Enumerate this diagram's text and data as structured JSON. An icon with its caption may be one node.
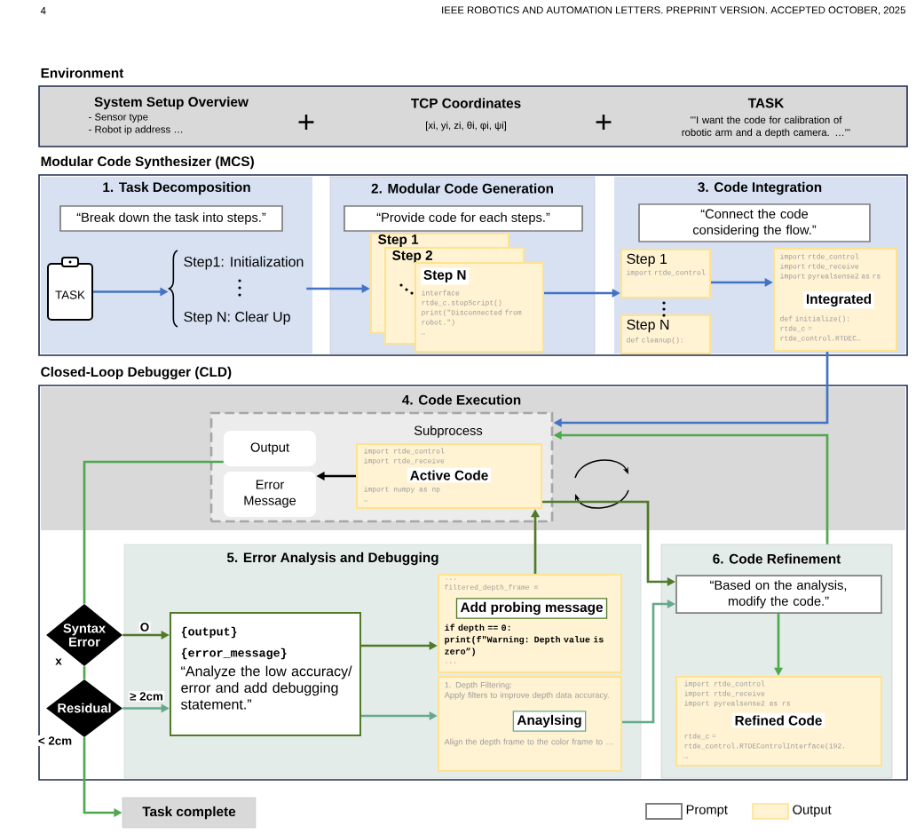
{
  "diagram": {
    "nodes": [
      {
        "text": [
          "Environment",
          "System Setup Overview",
          "- Sensor type",
          "- Robot ip address …",
          "TCP Coordinates",
          "[xi, yi, zi, θi, φi, ψi]",
          "TASK",
          "'''I want the code for calibration of robotic arm and a depth camera. …'''"
        ]
      },
      {
        "text": [
          "Modular Code Synthesizer (MCS)"
        ]
      },
      {
        "text": [
          "1. Task Decomposition"
        ],
        "in": 1
      },
      {
        "text": [
          "“Break down the task into steps.”"
        ],
        "in": 2
      },
      {
        "text": [
          "TASK"
        ],
        "in": 2
      },
      {
        "text": [
          "Step1: Initialization",
          "Step N: Clear Up"
        ],
        "in": 2
      },
      {
        "text": [
          "2. Modular Code Generation"
        ],
        "in": 1
      },
      {
        "text": [
          "“Provide code for each steps.”"
        ],
        "in": 6
      },
      {
        "text": [
          "Step 1"
        ],
        "in": 6
      },
      {
        "text": [
          "Step 2"
        ],
        "in": 6
      },
      {
        "text": [
          "Step N",
          "interface",
          "rtde_c.stopScript()",
          "print(\"Disconnected from robot.\")",
          "…"
        ],
        "in": 6
      },
      {
        "text": [
          "3. Code Integration"
        ],
        "in": 1
      },
      {
        "text": [
          "“Connect the code considering the flow.”"
        ],
        "in": 11
      },
      {
        "text": [
          "Step 1",
          "import rtde_control"
        ],
        "in": 11
      },
      {
        "text": [
          "Step N",
          "def cleanup():"
        ],
        "in": 11
      },
      {
        "text": [
          "import rtde_control",
          "import rtde_receive",
          "import pyrealsense2 as rs",
          "Integrated",
          "def initialize():",
          "rtde_c =",
          "rtde_control.RTDEC…"
        ],
        "in": 11
      },
      {
        "text": [
          "Closed-Loop Debugger (CLD)"
        ]
      },
      {
        "text": [
          "4. Code Execution"
        ],
        "in": 16
      },
      {
        "text": [
          "Subprocess"
        ],
        "in": 17
      },
      {
        "text": [
          "Output"
        ],
        "in": 18
      },
      {
        "text": [
          "Error Message"
        ],
        "in": 18
      },
      {
        "text": [
          "import rtde_control",
          "import rtde_receive",
          "Active Code",
          "import numpy as np",
          "…"
        ],
        "in": 18
      },
      {
        "text": [
          "5. Error Analysis and Debugging"
        ],
        "in": 16
      },
      {
        "text": [
          "Syntax Error"
        ],
        "in": 16
      },
      {
        "text": [
          "Residual"
        ],
        "in": 16
      },
      {
        "text": [
          "{output}",
          "{error_message}",
          "“Analyze the low accuracy/ error and add debugging statement.”"
        ],
        "in": 22
      },
      {
        "text": [
          "...",
          "filtered_depth_frame =",
          "Add probing message",
          "if depth == 0:",
          "print(f\"Warning: Depth value is zero”)",
          "..."
        ],
        "in": 22
      },
      {
        "text": [
          "1. Depth Filtering:",
          "Apply filters to improve depth data accuracy.",
          "Anaylsing",
          "Align the depth frame to the color frame to …"
        ],
        "in": 22
      },
      {
        "text": [
          "6. Code Refinement"
        ],
        "in": 16
      },
      {
        "text": [
          "“Based on the analysis, modify the code.”"
        ],
        "in": 28
      },
      {
        "text": [
          "import rtde_control",
          "import rtde_receive",
          "import pyrealsense2 as rs",
          "Refined Code",
          "rtde_c =",
          "rtde_control.RTDEControlInterface(192.",
          "…"
        ],
        "in": 28
      },
      {
        "text": [
          "Task complete"
        ]
      }
    ],
    "edges": [
      {
        "from": 4,
        "to": 5,
        "arrow": "to"
      },
      {
        "from": 5,
        "to": 8,
        "arrow": "to"
      },
      {
        "from": 10,
        "to": 13,
        "arrow": "to"
      },
      {
        "from": 13,
        "to": 15,
        "arrow": "to"
      },
      {
        "from": 15,
        "to": 18,
        "arrow": "to"
      },
      {
        "from": 21,
        "to": 20,
        "arrow": "to",
        "color": "#000000"
      },
      {
        "from": 21,
        "to": 29,
        "arrow": "to",
        "color": "#4f7a28"
      },
      {
        "from": 26,
        "to": 21,
        "arrow": "to",
        "color": "#4f7a28"
      },
      {
        "from": 27,
        "to": 29,
        "arrow": "to",
        "color": "#66a98a"
      },
      {
        "from": 28,
        "to": 18,
        "arrow": "to",
        "color": "#4ea84e"
      },
      {
        "from": 29,
        "to": 30,
        "arrow": "to",
        "color": "#4ea84e"
      },
      {
        "from": 23,
        "to": 25,
        "arrow": "to",
        "label": "O",
        "color": "#4f7a28"
      },
      {
        "from": 24,
        "to": 25,
        "arrow": "to",
        "label": "≥ 2cm",
        "color": "#66a98a"
      },
      {
        "from": 23,
        "to": 24,
        "arrow": "none",
        "label": "x",
        "color": "#4ea84e"
      },
      {
        "from": 24,
        "to": 31,
        "arrow": "to",
        "label": "< 2cm",
        "color": "#4ea84e"
      },
      {
        "from": 19,
        "to": 23,
        "arrow": "none",
        "color": "#4ea84e"
      },
      {
        "from": 25,
        "to": 26,
        "arrow": "to",
        "color": "#4f7a28"
      },
      {
        "from": 25,
        "to": 27,
        "arrow": "to",
        "color": "#66a98a"
      }
    ],
    "labels": [
      "4",
      "IEEE ROBOTICS AND AUTOMATION LETTERS. PREPRINT VERSION. ACCEPTED OCTOBER, 2025",
      "+",
      "+"
    ],
    "legend": [
      {
        "text": "Prompt"
      },
      {
        "text": "Output",
        "color": "#fff3d3"
      }
    ]
  }
}
